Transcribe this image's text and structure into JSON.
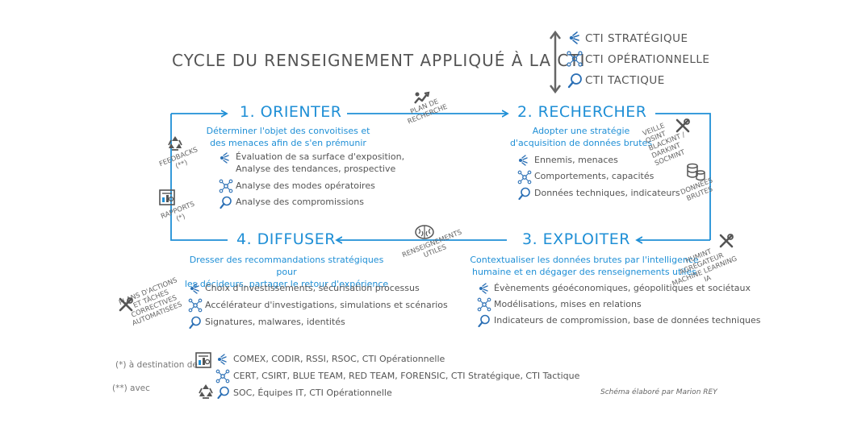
{
  "title": "CYCLE DU RENSEIGNEMENT APPLIQUÉ À LA CTI",
  "levels": [
    "CTI STRATÉGIQUE",
    "CTI OPÉRATIONNELLE",
    "CTI TACTIQUE"
  ],
  "stages": {
    "orienter": {
      "title": "1. ORIENTER",
      "desc": [
        "Déterminer l'objet des convoitises et",
        "des menaces afin de s'en prémunir"
      ],
      "items": [
        "Évaluation de sa surface d'exposition,",
        "Analyse des tendances, prospective",
        "Analyse des modes opératoires",
        "Analyse des compromissions"
      ]
    },
    "rechercher": {
      "title": "2. RECHERCHER",
      "desc": [
        "Adopter une stratégie",
        "d'acquisition de données brutes"
      ],
      "items": [
        "Ennemis, menaces",
        "Comportements, capacités",
        "Données techniques, indicateurs"
      ]
    },
    "exploiter": {
      "title": "3. EXPLOITER",
      "desc": [
        "Contextualiser les données brutes par l'intelligence",
        "humaine et en dégager des renseignements utiles"
      ],
      "items": [
        "Évènements géoéconomiques, géopolitiques et sociétaux",
        "Modélisations, mises en relations",
        "Indicateurs de compromission, base de données techniques"
      ]
    },
    "diffuser": {
      "title": "4. DIFFUSER",
      "desc": [
        "Dresser des recommandations stratégiques pour",
        "les décideurs, partager le retour d'expérience"
      ],
      "items": [
        "Choix d'investissements, sécurisation processus",
        "Accélérateur d'investigations, simulations et scénarios",
        "Signatures, malwares, identités"
      ]
    }
  },
  "annotations": {
    "plan": [
      "PLAN DE",
      "RECHERCHE"
    ],
    "sources": [
      "VEILLE",
      "OSINT",
      "BLACKINT /",
      "DARKINT",
      "SOCMINT"
    ],
    "donnees": [
      "DONNÉES",
      "BRUTES"
    ],
    "humint": [
      "HUMINT",
      "AGRÉGATEUR",
      "MACHINE LEARNING",
      "IA"
    ],
    "renseignements": [
      "RENSEIGNEMENTS",
      "UTILES"
    ],
    "plans": [
      "PLANS D'ACTIONS",
      "ET TÂCHES",
      "CORRECTIVES",
      "AUTOMATISÉES"
    ],
    "rapports": [
      "RAPPORTS",
      "(*)"
    ],
    "feedbacks": [
      "FEEDBACKS",
      "(**)"
    ]
  },
  "legend": {
    "note1": "(*) à destination de",
    "note2": "(**) avec",
    "row1": "COMEX, CODIR, RSSI, RSOC, CTI Opérationnelle",
    "row2": "CERT, CSIRT, BLUE TEAM, RED TEAM, FORENSIC, CTI Stratégique, CTI Tactique",
    "row3": "SOC, Équipes IT, CTI Opérationnelle"
  },
  "credit": "Schéma élaboré par Marion REY",
  "colors": {
    "accent": "#1f8fd6",
    "text": "#4a4a4a",
    "icon": "#2a6fb5"
  }
}
